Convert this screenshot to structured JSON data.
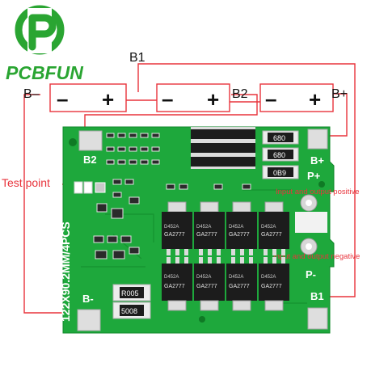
{
  "brand": {
    "name": "PCBFUN",
    "color": "#2aa532"
  },
  "wiring": {
    "wire_color": "#e8343c",
    "batteries": [
      {
        "minus": "–",
        "plus": "+"
      },
      {
        "minus": "–",
        "plus": "+"
      },
      {
        "minus": "–",
        "plus": "+"
      }
    ],
    "labels": {
      "b1": "B1",
      "b_minus": "B–",
      "b2": "B2",
      "b_plus": "B+",
      "test_point": "Test point",
      "input_positive": "Input and output positive",
      "input_negative": "Input and output negative"
    }
  },
  "board": {
    "color": "#1ea83c",
    "pad_labels": {
      "b2": "B2",
      "b_minus": "B-",
      "b_plus": "B+",
      "p_plus": "P+",
      "p_minus": "P-",
      "b1": "B1"
    },
    "silkscreen": "122X90.2MM/4PCS",
    "resistors_top": [
      "680",
      "680",
      "0B9"
    ],
    "resistors_bottom": [
      "R005",
      "5008"
    ],
    "mosfet_top": [
      "GA2777",
      "GA2777",
      "GA2777",
      "GA2777"
    ],
    "mosfet_top_code": [
      "D452A",
      "D452A",
      "D452A",
      "D452A"
    ],
    "mosfet_bottom": [
      "GA2777",
      "GA2777",
      "GA2777",
      "GA2777"
    ],
    "mosfet_bottom_code": [
      "D452A",
      "D452A",
      "D452A",
      "D452A"
    ]
  }
}
